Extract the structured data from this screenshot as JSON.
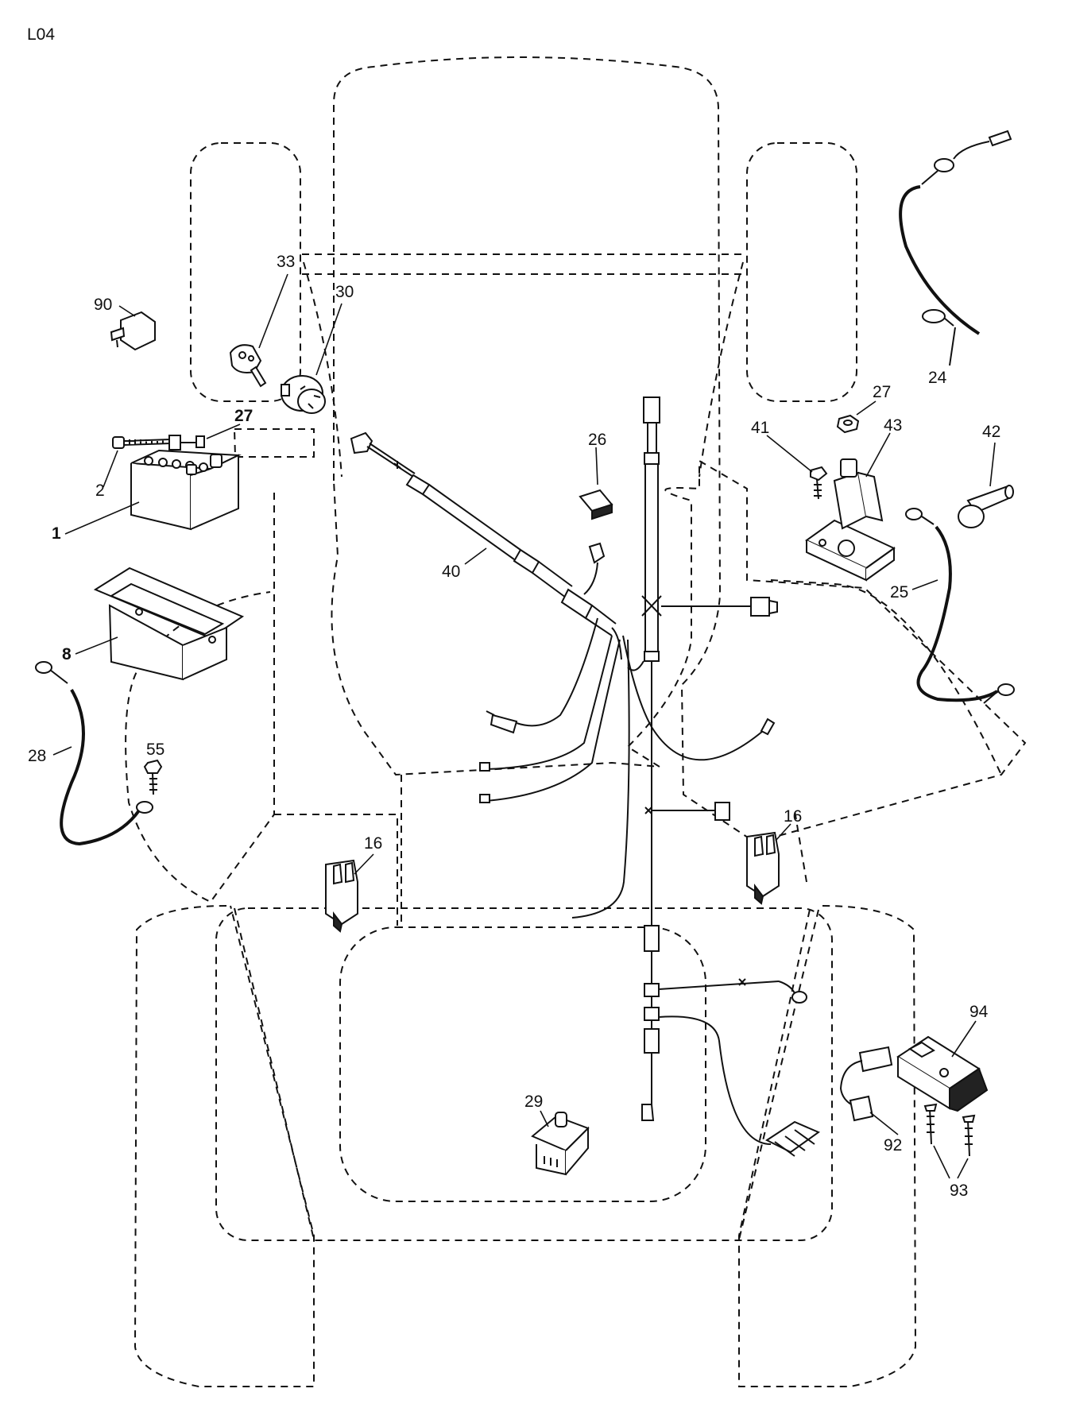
{
  "page_code": "L04",
  "callouts": {
    "c1": "1",
    "c2": "2",
    "c8": "8",
    "c16a": "16",
    "c16b": "16",
    "c24": "24",
    "c25": "25",
    "c26": "26",
    "c27a": "27",
    "c27b": "27",
    "c28": "28",
    "c29": "29",
    "c30": "30",
    "c33": "33",
    "c40": "40",
    "c41": "41",
    "c42": "42",
    "c43": "43",
    "c55": "55",
    "c90": "90",
    "c92": "92",
    "c93": "93",
    "c94": "94"
  }
}
